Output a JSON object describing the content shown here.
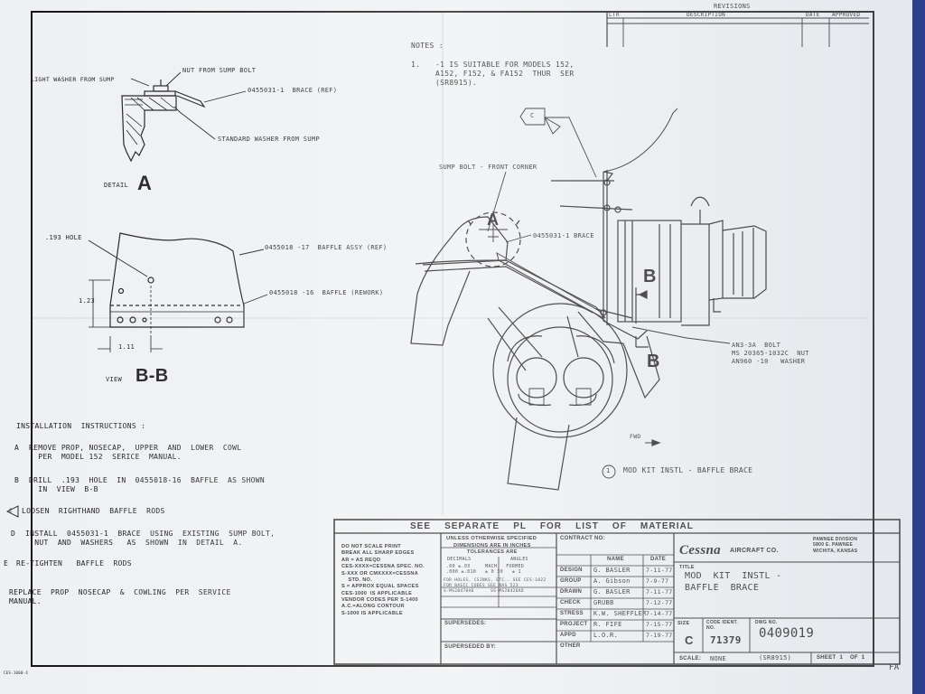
{
  "revisions": {
    "title": "REVISIONS",
    "col_ltr": "LTR",
    "col_description": "DESCRIPTION",
    "col_date": "DATE",
    "col_approved": "APPROVED"
  },
  "notes": {
    "heading": "NOTES :",
    "n1_num": "1.",
    "n1_text": "-1 IS SUITABLE FOR MODELS 152,\nA152, F152, & FA152  THUR  SER\n(SR8915)."
  },
  "detail_a": {
    "label_washer": "LIGHT WASHER FROM SUMP",
    "label_nut": "NUT FROM SUMP BOLT",
    "label_brace": "0455031-1  BRACE (REF)",
    "label_std_washer": "STANDARD WASHER FROM SUMP",
    "caption_word": "DETAIL",
    "caption_letter": "A"
  },
  "view_bb": {
    "label_hole": ".193 HOLE",
    "label_baffle_assy": "0455018 -17  BAFFLE ASSY (REF)",
    "label_baffle": "0455018 -16  BAFFLE (REWORK)",
    "dim_vertical": "1.23",
    "dim_horizontal": "1.11",
    "caption_word": "VIEW",
    "caption_letters": "B-B"
  },
  "main_view": {
    "label_sump_bolt": "SUMP BOLT - FRONT CORNER",
    "label_brace": "0455031-1 BRACE",
    "callout_c": "C",
    "detail_callout": "A",
    "section_b_upper": "B",
    "section_b_lower": "B",
    "label_bolt": "AN3-3A  BOLT\nMS 20365-1032C  NUT\nAN960 -10   WASHER",
    "label_fwd": "FWD",
    "title_num": "1",
    "title_text": "MOD KIT INSTL - BAFFLE BRACE"
  },
  "instructions": {
    "heading": "INSTALLATION  INSTRUCTIONS :",
    "a_letter": "A",
    "a_text": "REMOVE PROP, NOSECAP,  UPPER  AND  LOWER  COWL\n  PER  MODEL 152  SERICE  MANUAL.",
    "b_letter": "B",
    "b_text": "DRILL  .193  HOLE  IN  0455018-16  BAFFLE  AS SHOWN\n  IN  VIEW  B-B",
    "c_letter": "C",
    "c_text": "LOOSEN  RIGHTHAND  BAFFLE  RODS",
    "d_letter": "D",
    "d_text": "INSTALL  0455031-1  BRACE  USING  EXISTING  SUMP BOLT,\n  NUT  AND  WASHERS   AS  SHOWN  IN  DETAIL  A.",
    "e_letter": "E",
    "e_text": "RE-TIGHTEN   BAFFLE  RODS",
    "f_text": "REPLACE  PROP  NOSECAP  &  COWLING  PER  SERVICE\nMANUAL."
  },
  "title_block": {
    "banner": "SEE    SEPARATE    PL    FOR    LIST    OF    MATERIAL",
    "notes_left": "DO NOT SCALE PRINT\nBREAK ALL SHARP EDGES\nAR = AS REQD\nCES-XXXX=CESSNA SPEC. NO.\nS-XXX OR CMXXXX=CESSNA\n    STD. NO.\nS = APPROX EQUAL SPACES\nCES-1000  IS APPLICABLE\nVENDOR CODES PER S-1400\nA.C.=ALONG CONTOUR\nS-1000 IS APPLICABLE",
    "tolerance_head": "UNLESS OTHERWISE SPECIFIED",
    "tolerance_sub": "DIMENSIONS ARE IN INCHES\nTOLERANCES ARE",
    "tol_decimals": "DECIMALS",
    "tol_angles": "ANGLES",
    "tol_values": ".00 ±.03     MACH   FORMED\n.000 ±.010   ± 0 30   ± 1",
    "tol_holes": "FOR HOLES, CSINKS, ETC.. SEE CES-1022\nFOR BASIC CODES SEE NAS 523",
    "tol_codes": "S-MS20470AD      SS-MS20426AD",
    "supersedes": "SUPERSEDES:",
    "superseded_by": "SUPERSEDED BY:",
    "contract": "CONTRACT NO:",
    "col_name": "NAME",
    "col_date": "DATE",
    "rows": [
      {
        "role": "DESIGN",
        "name": "G. BASLER",
        "date": "7-11-77"
      },
      {
        "role": "GROUP",
        "name": "A. Gibson",
        "date": "7-9-77"
      },
      {
        "role": "DRAWN",
        "name": "G. BASLER",
        "date": "7-11-77"
      },
      {
        "role": "CHECK",
        "name": "GRUBB",
        "date": "7-12-77"
      },
      {
        "role": "STRESS",
        "name": "K.W. SHEFFLER",
        "date": "7-14-77"
      },
      {
        "role": "PROJECT",
        "name": "R. FIFE",
        "date": "7-15-77"
      },
      {
        "role": "APPD",
        "name": "L.O.R.",
        "date": "7-19-77"
      },
      {
        "role": "OTHER",
        "name": "",
        "date": ""
      }
    ],
    "company": "Cessna",
    "company_suffix": "AIRCRAFT CO.",
    "division": "PAWNEE DIVISION\n5800 E. PAWNEE\nWICHITA, KANSAS",
    "title_label": "TITLE",
    "title": "MOD  KIT  INSTL -\nBAFFLE  BRACE",
    "size_label": "SIZE",
    "size": "C",
    "code_label": "CODE IDENT.\nNO.",
    "code": "71379",
    "dwg_label": "DWG NO.",
    "dwg": "0409019",
    "scale_label": "SCALE:",
    "scale": "NONE",
    "serial_ref": "(SR8915)",
    "sheet": "SHEET  1    OF  1",
    "initials": "FA"
  },
  "corner_mark": "CES-1000-4"
}
